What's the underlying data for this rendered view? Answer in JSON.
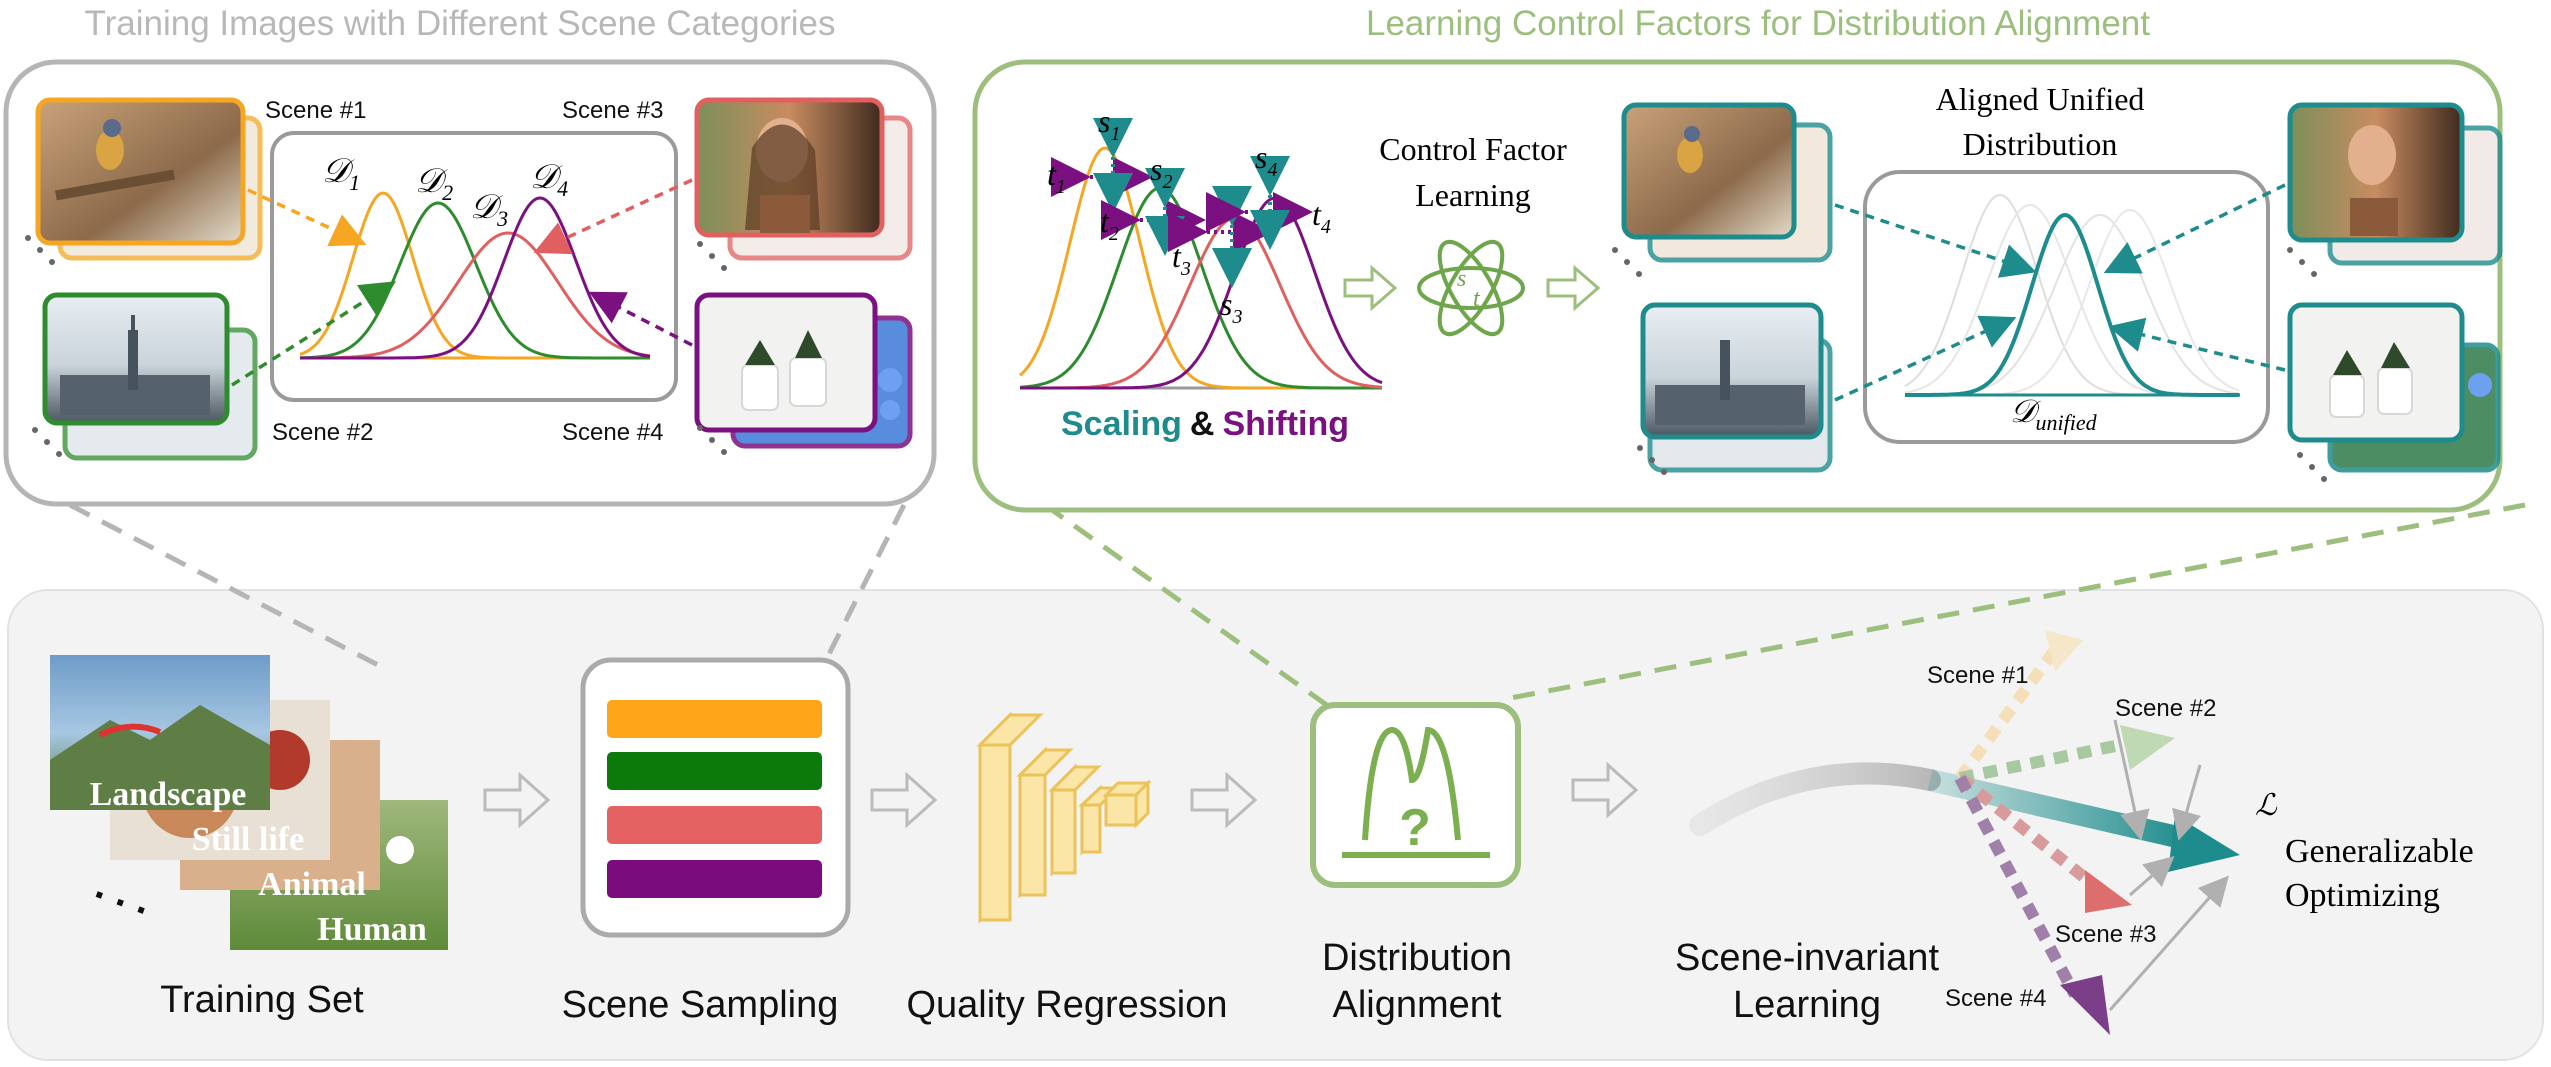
{
  "top_left_panel": {
    "title": "Training Images with Different Scene Categories",
    "scene_labels": [
      "Scene #1",
      "Scene #2",
      "Scene #3",
      "Scene #4"
    ],
    "distribution_labels": [
      "𝒟",
      "𝒟",
      "𝒟",
      "𝒟"
    ],
    "distribution_subscripts": [
      "1",
      "2",
      "3",
      "4"
    ]
  },
  "top_right_panel": {
    "title": "Learning Control Factors for Distribution Alignment",
    "factor_labels": {
      "s1": "s",
      "s1_sub": "1",
      "s2": "s",
      "s2_sub": "2",
      "s3": "s",
      "s3_sub": "3",
      "s4": "s",
      "s4_sub": "4",
      "t1": "t",
      "t1_sub": "1",
      "t2": "t",
      "t2_sub": "2",
      "t3": "t",
      "t3_sub": "3",
      "t4": "t",
      "t4_sub": "4"
    },
    "scaling_word": "Scaling",
    "amp_word": "&",
    "shifting_word": "Shifting",
    "control_factor_line1": "Control Factor",
    "control_factor_line2": "Learning",
    "atom_s": "s",
    "atom_t": "t",
    "aligned_line1": "Aligned Unified",
    "aligned_line2": "Distribution",
    "unified_label": "𝒟",
    "unified_sub": "unified"
  },
  "pipeline": {
    "training_set": {
      "label": "Training Set",
      "image_captions": [
        "Landscape",
        "Still life",
        "Animal",
        "Human"
      ],
      "ellipsis": ". . ."
    },
    "scene_sampling": {
      "label": "Scene Sampling"
    },
    "quality_regression": {
      "label": "Quality Regression"
    },
    "distribution_alignment": {
      "label_line1": "Distribution",
      "label_line2": "Alignment",
      "icon_mark": "?"
    },
    "scene_invariant": {
      "label_line1": "Scene-invariant",
      "label_line2": "Learning",
      "scene_labels": [
        "Scene #1",
        "Scene #2",
        "Scene #3",
        "Scene #4"
      ],
      "loss_symbol": "ℒ",
      "target_line1": "Generalizable",
      "target_line2": "Optimizing"
    }
  },
  "colors": {
    "scene1_orange": "#F5A623",
    "scene2_green": "#2E8B2E",
    "scene3_red": "#E06060",
    "scene4_purple": "#7B1080",
    "teal": "#1E8C8C",
    "panel_green": "#9CBF7E",
    "panel_gray": "#B5B5B5",
    "bar_orange": "#FFA51A",
    "bar_green": "#0B7A0B",
    "bar_red": "#E46262",
    "bar_purple": "#7A0C7E"
  }
}
